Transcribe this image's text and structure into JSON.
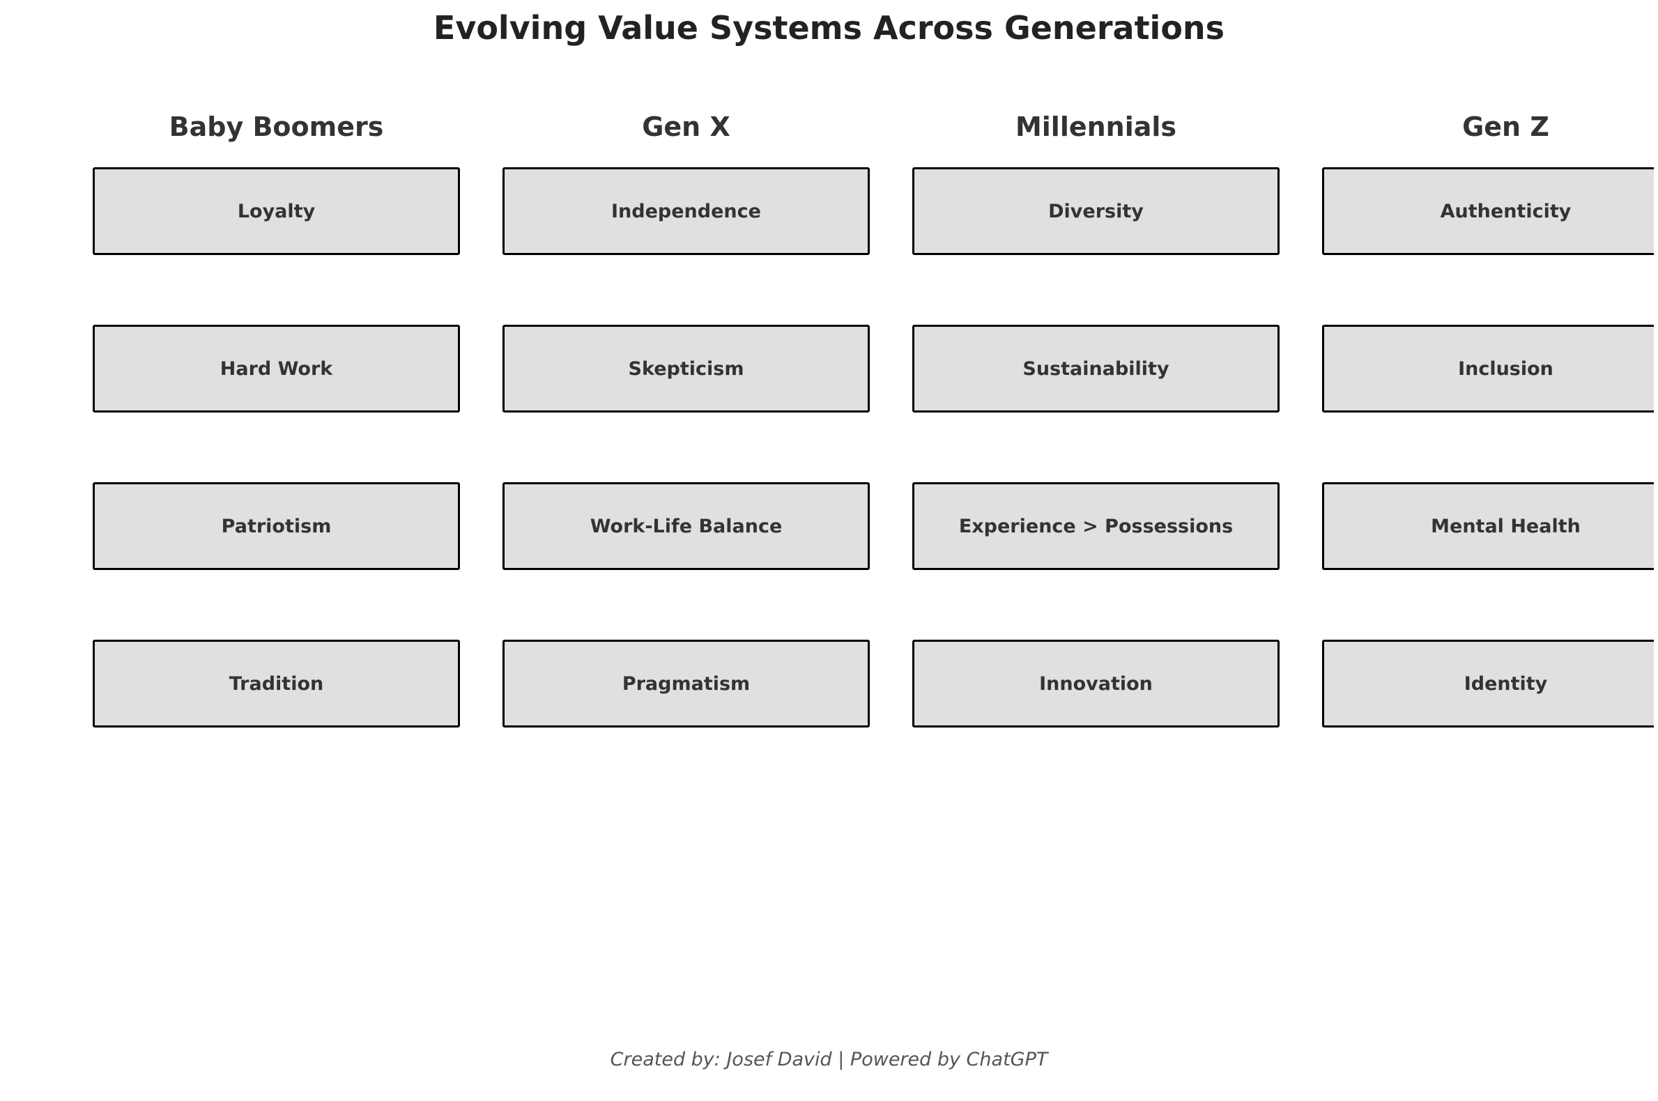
{
  "title": "Evolving Value Systems Across Generations",
  "generations": [
    {
      "name": "Baby Boomers",
      "values": [
        "Loyalty",
        "Hard Work",
        "Patriotism",
        "Tradition"
      ]
    },
    {
      "name": "Gen X",
      "values": [
        "Independence",
        "Skepticism",
        "Work-Life Balance",
        "Pragmatism"
      ]
    },
    {
      "name": "Millennials",
      "values": [
        "Diversity",
        "Sustainability",
        "Experience > Possessions",
        "Innovation"
      ]
    },
    {
      "name": "Gen Z",
      "values": [
        "Authenticity",
        "Inclusion",
        "Mental Health",
        "Identity"
      ]
    }
  ],
  "footer": "Created by: Josef David | Powered by ChatGPT",
  "colors": {
    "box_fill": "#e0e0e0",
    "box_border": "#000000",
    "text": "#333333"
  }
}
